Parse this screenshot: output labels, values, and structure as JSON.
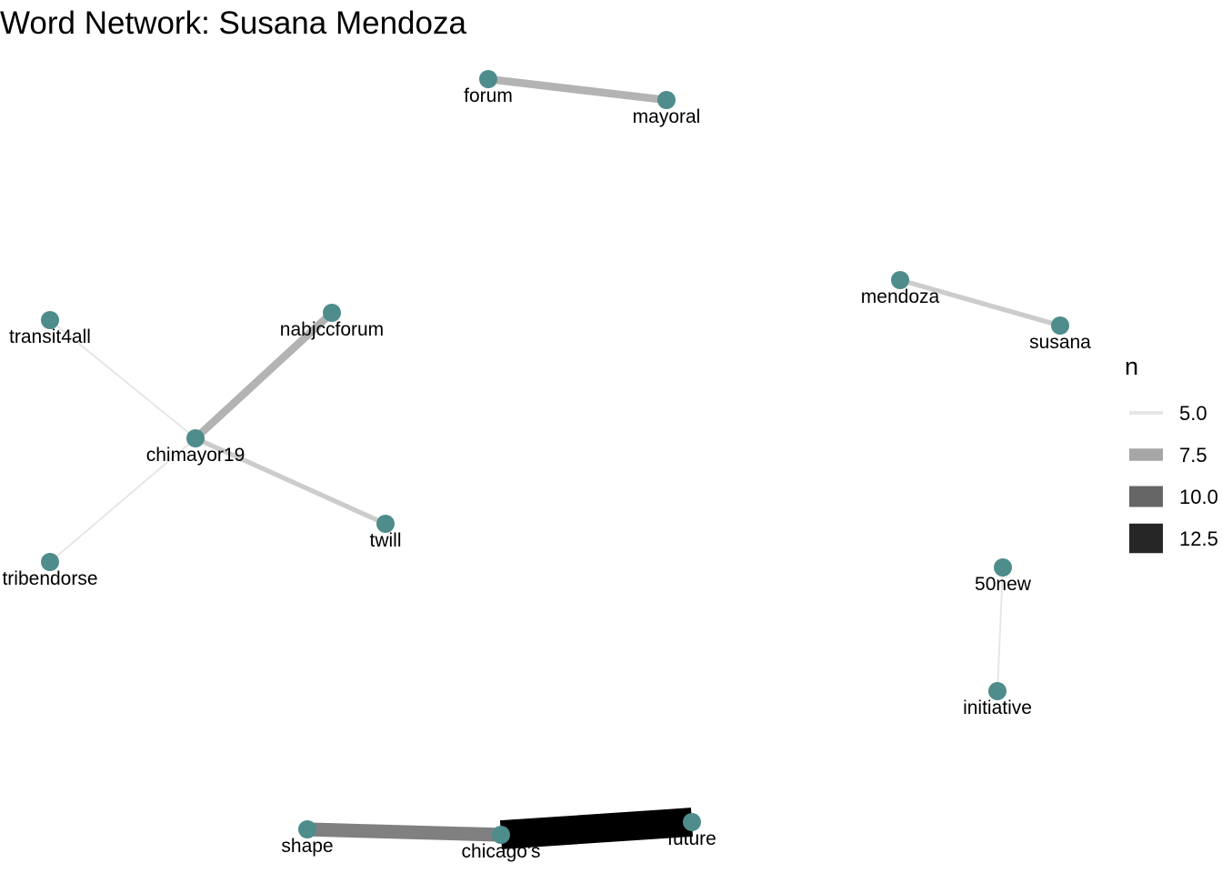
{
  "title": "Word Network: Susana Mendoza",
  "node_color": "#4F8C8C",
  "nodes": [
    {
      "id": "forum",
      "label": "forum"
    },
    {
      "id": "mayoral",
      "label": "mayoral"
    },
    {
      "id": "mendoza",
      "label": "mendoza"
    },
    {
      "id": "susana",
      "label": "susana"
    },
    {
      "id": "transit4all",
      "label": "transit4all"
    },
    {
      "id": "nabjccforum",
      "label": "nabjccforum"
    },
    {
      "id": "chimayor19",
      "label": "chimayor19"
    },
    {
      "id": "twill",
      "label": "twill"
    },
    {
      "id": "tribendorse",
      "label": "tribendorse"
    },
    {
      "id": "50new",
      "label": "50new"
    },
    {
      "id": "initiative",
      "label": "initiative"
    },
    {
      "id": "shape",
      "label": "shape"
    },
    {
      "id": "chicago's",
      "label": "chicago's"
    },
    {
      "id": "future",
      "label": "future"
    }
  ],
  "edges": [
    {
      "from": "forum",
      "to": "mayoral",
      "n": 7
    },
    {
      "from": "mendoza",
      "to": "susana",
      "n": 6
    },
    {
      "from": "chimayor19",
      "to": "transit4all",
      "n": 5
    },
    {
      "from": "chimayor19",
      "to": "nabjccforum",
      "n": 7
    },
    {
      "from": "chimayor19",
      "to": "twill",
      "n": 6
    },
    {
      "from": "chimayor19",
      "to": "tribendorse",
      "n": 5
    },
    {
      "from": "50new",
      "to": "initiative",
      "n": 5
    },
    {
      "from": "shape",
      "to": "chicago's",
      "n": 9
    },
    {
      "from": "chicago's",
      "to": "future",
      "n": 14
    }
  ],
  "legend": {
    "title": "n",
    "items": [
      {
        "label": "5.0",
        "value": 5.0
      },
      {
        "label": "7.5",
        "value": 7.5
      },
      {
        "label": "10.0",
        "value": 10.0
      },
      {
        "label": "12.5",
        "value": 12.5
      }
    ]
  }
}
